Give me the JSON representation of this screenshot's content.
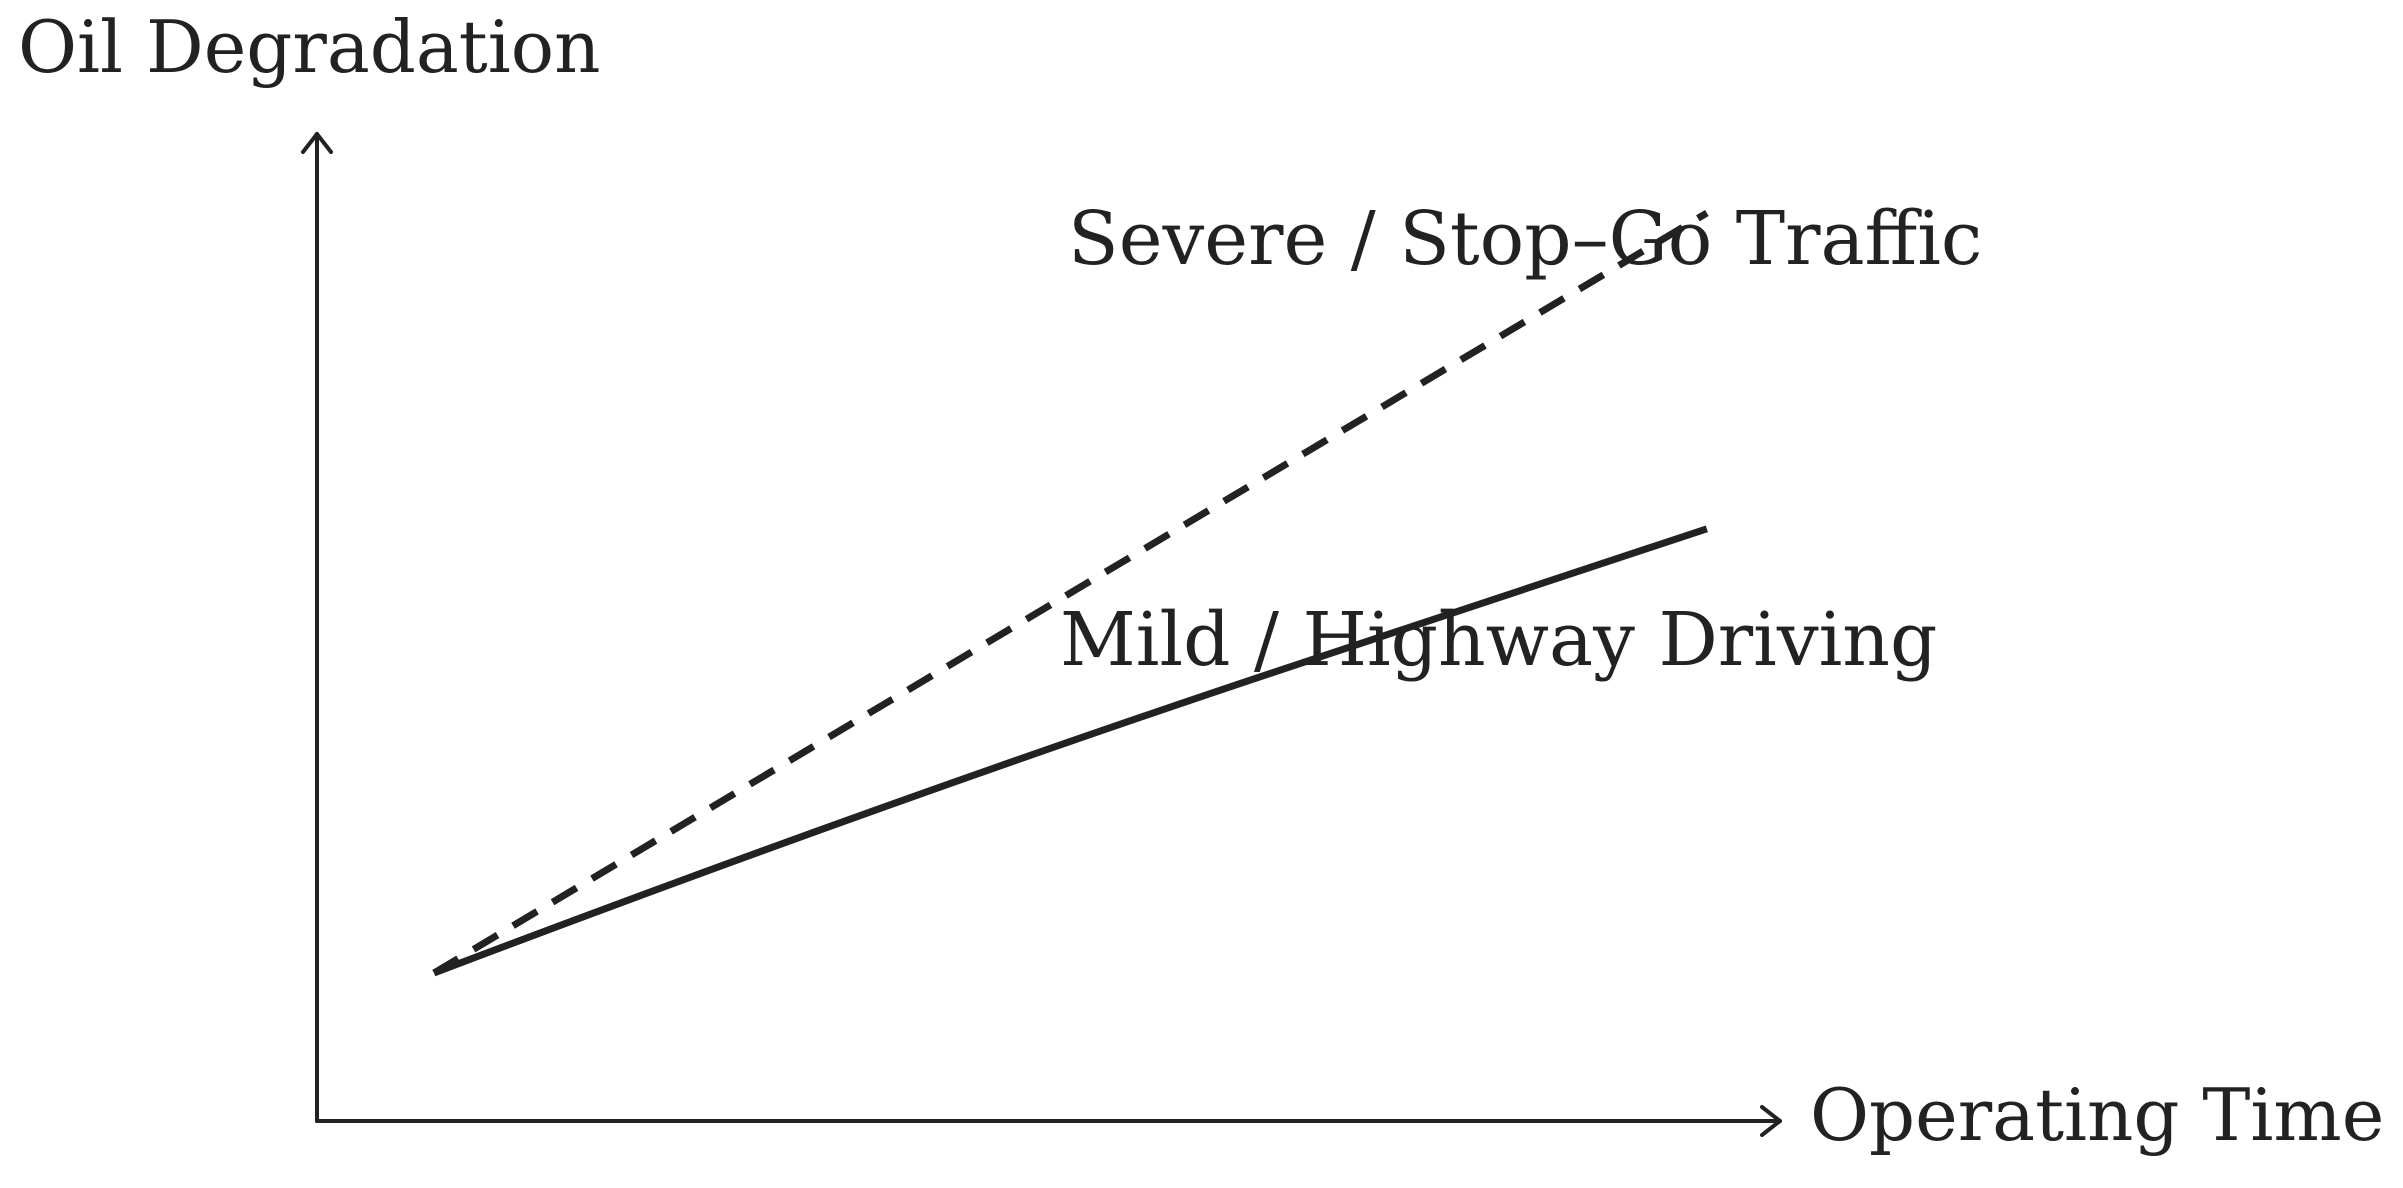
{
  "chart_data": {
    "type": "line",
    "xlabel": "Operating Time",
    "ylabel": "Oil Degradation",
    "xlim": [
      0,
      1
    ],
    "ylim": [
      0,
      1
    ],
    "grid": false,
    "ticks": false,
    "color": "#222222",
    "series": [
      {
        "name": "Severe / Stop–Go Traffic",
        "style": "dashed",
        "x": [
          0.08,
          0.95
        ],
        "y": [
          0.15,
          0.92
        ]
      },
      {
        "name": "Mild / Highway Driving",
        "style": "solid",
        "x": [
          0.08,
          0.4,
          0.95
        ],
        "y": [
          0.15,
          0.33,
          0.6
        ]
      }
    ]
  }
}
